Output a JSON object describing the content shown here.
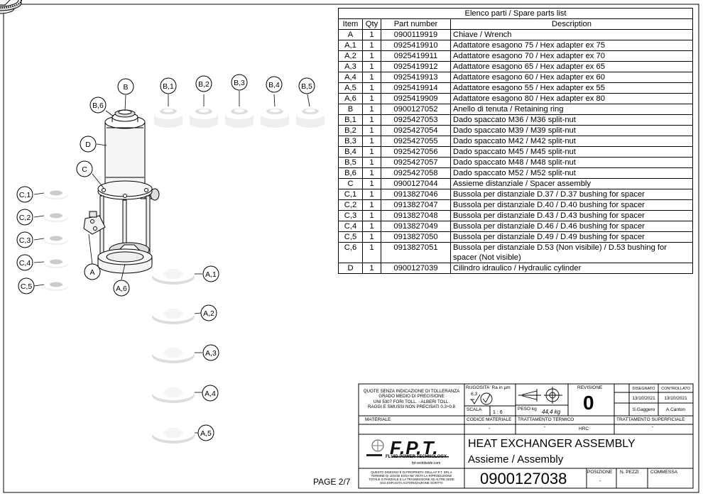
{
  "parts_list": {
    "title": "Elenco parti / Spare parts list",
    "headers": {
      "item": "Item",
      "qty": "Qty",
      "part_number": "Part number",
      "description": "Description"
    },
    "rows": [
      {
        "item": "A",
        "qty": "1",
        "pn": "0900119919",
        "desc": "Chiave / Wrench"
      },
      {
        "item": "A,1",
        "qty": "1",
        "pn": "0925419910",
        "desc": "Adattatore esagono 75 / Hex adapter ex 75"
      },
      {
        "item": "A,2",
        "qty": "1",
        "pn": "0925419911",
        "desc": "Adattatore esagono 70 / Hex adapter ex 70"
      },
      {
        "item": "A,3",
        "qty": "1",
        "pn": "0925419912",
        "desc": "Adattatore esagono 65 / Hex adapter ex 65"
      },
      {
        "item": "A,4",
        "qty": "1",
        "pn": "0925419913",
        "desc": "Adattatore esagono 60 / Hex adapter ex 60"
      },
      {
        "item": "A,5",
        "qty": "1",
        "pn": "0925419914",
        "desc": "Adattatore esagono 55 / Hex adapter ex 55"
      },
      {
        "item": "A,6",
        "qty": "1",
        "pn": "0925419909",
        "desc": "Adattatore esagono 80 / Hex adapter ex 80"
      },
      {
        "item": "B",
        "qty": "1",
        "pn": "0900127052",
        "desc": "Anello di tenuta / Retaining ring"
      },
      {
        "item": "B,1",
        "qty": "1",
        "pn": "0925427053",
        "desc": "Dado spaccato M36 / M36 split-nut"
      },
      {
        "item": "B,2",
        "qty": "1",
        "pn": "0925427054",
        "desc": "Dado spaccato M39 / M39 split-nut"
      },
      {
        "item": "B,3",
        "qty": "1",
        "pn": "0925427055",
        "desc": "Dado spaccato M42 / M42 split-nut"
      },
      {
        "item": "B,4",
        "qty": "1",
        "pn": "0925427056",
        "desc": "Dado spaccato M45 / M45 split-nut"
      },
      {
        "item": "B,5",
        "qty": "1",
        "pn": "0925427057",
        "desc": "Dado spaccato M48 / M48 split-nut"
      },
      {
        "item": "B,6",
        "qty": "1",
        "pn": "0925427058",
        "desc": "Dado spaccato M52 / M52 split-nut"
      },
      {
        "item": "C",
        "qty": "1",
        "pn": "0900127044",
        "desc": "Assieme distanziale / Spacer assembly"
      },
      {
        "item": "C,1",
        "qty": "1",
        "pn": "0913827046",
        "desc": "Bussola per distanziale D.37 / D.37 bushing for spacer"
      },
      {
        "item": "C,2",
        "qty": "1",
        "pn": "0913827047",
        "desc": "Bussola per distanziale D.40 / D.40 bushing for spacer"
      },
      {
        "item": "C,3",
        "qty": "1",
        "pn": "0913827048",
        "desc": "Bussola per distanziale D.43 / D.43 bushing for spacer"
      },
      {
        "item": "C,4",
        "qty": "1",
        "pn": "0913827049",
        "desc": "Bussola per distanziale D.46 / D.46 bushing for spacer"
      },
      {
        "item": "C,5",
        "qty": "1",
        "pn": "0913827050",
        "desc": "Bussola per distanziale D.49 / D.49 bushing for spacer"
      },
      {
        "item": "C,6",
        "qty": "1",
        "pn": "0913827051",
        "desc": "Bussola per distanziale D.53 (Non visibile) / D.53 bushing for spacer (Not visible)"
      },
      {
        "item": "D",
        "qty": "1",
        "pn": "0900127039",
        "desc": "Cilindro idraulico / Hydraulic cylinder"
      }
    ]
  },
  "balloons": {
    "B": "B",
    "B1": "B,1",
    "B2": "B,2",
    "B3": "B,3",
    "B4": "B,4",
    "B5": "B,5",
    "B6": "B,6",
    "D": "D",
    "C": "C",
    "C1": "C,1",
    "C2": "C,2",
    "C3": "C,3",
    "C4": "C,4",
    "C5": "C,5",
    "A": "A",
    "A1": "A,1",
    "A2": "A,2",
    "A3": "A,3",
    "A4": "A,4",
    "A5": "A,5",
    "A6": "A,6"
  },
  "title_block": {
    "tolerance_note": [
      "QUOTE SENZA INDICAZIONE DI TOLLERANZA",
      "GRADO MEDIO DI PRECISIONE",
      "UNI 5307 FORI TOLL. - ALBERI TOLL.",
      "RAGGI E SMUSSI NON PRECISATI 0.3÷0.8"
    ],
    "roughness_label": "RUGOSITA' Ra in µm",
    "roughness_value": "6,3",
    "scale_label": "SCALA",
    "scale_value": "1 : 6",
    "weight_label": "PESO kg",
    "weight_value": "44,4 kg",
    "revision_label": "REVISIONE",
    "revision_value": "0",
    "designed_label": "DISEGNATO",
    "checked_label": "CONTROLLATO",
    "designed_date": "13/10/2021",
    "checked_date": "13/10/2021",
    "designed_by": "S.Gaggero",
    "checked_by": "A.Canton",
    "material_label": "MATERIALE",
    "material_code_label": "CODICE MATERIALE",
    "material_code_value": "-",
    "heat_treatment_label": "TRATTAMENTO TERMICO",
    "heat_treatment_value": "-",
    "hrc_label": "HRC",
    "surface_treatment_label": "TRATTAMENTO SUPERFICIALE",
    "surface_treatment_value": "-",
    "logo_text": "F.P.T.",
    "logo_tagline": "FLUID POWER TECHNOLOGY",
    "logo_web": "fpt-worldwide.com",
    "title_en": "HEAT EXCHANGER ASSEMBLY",
    "title_it": "Assieme / Assembly",
    "property_note": [
      "QUESTO DISEGNO È DI PROPRIETA' DELLA F.P.T. SRL A",
      "TERMINE DI LEGGE ESSA NE VIETA LA RIPRODUZIONE",
      "TOTALE O PARZIALE E LA TRASMISSIONE AD ALTRE SEDE",
      "SUA ESPLICITA AUTORIZZAZIONE SCRITTA"
    ],
    "drawing_number": "0900127038",
    "position_label": "POSIZIONE",
    "position_value": "-",
    "pieces_label": "N. PEZZI",
    "order_label": "COMMESSA"
  },
  "page": "PAGE 2/7"
}
